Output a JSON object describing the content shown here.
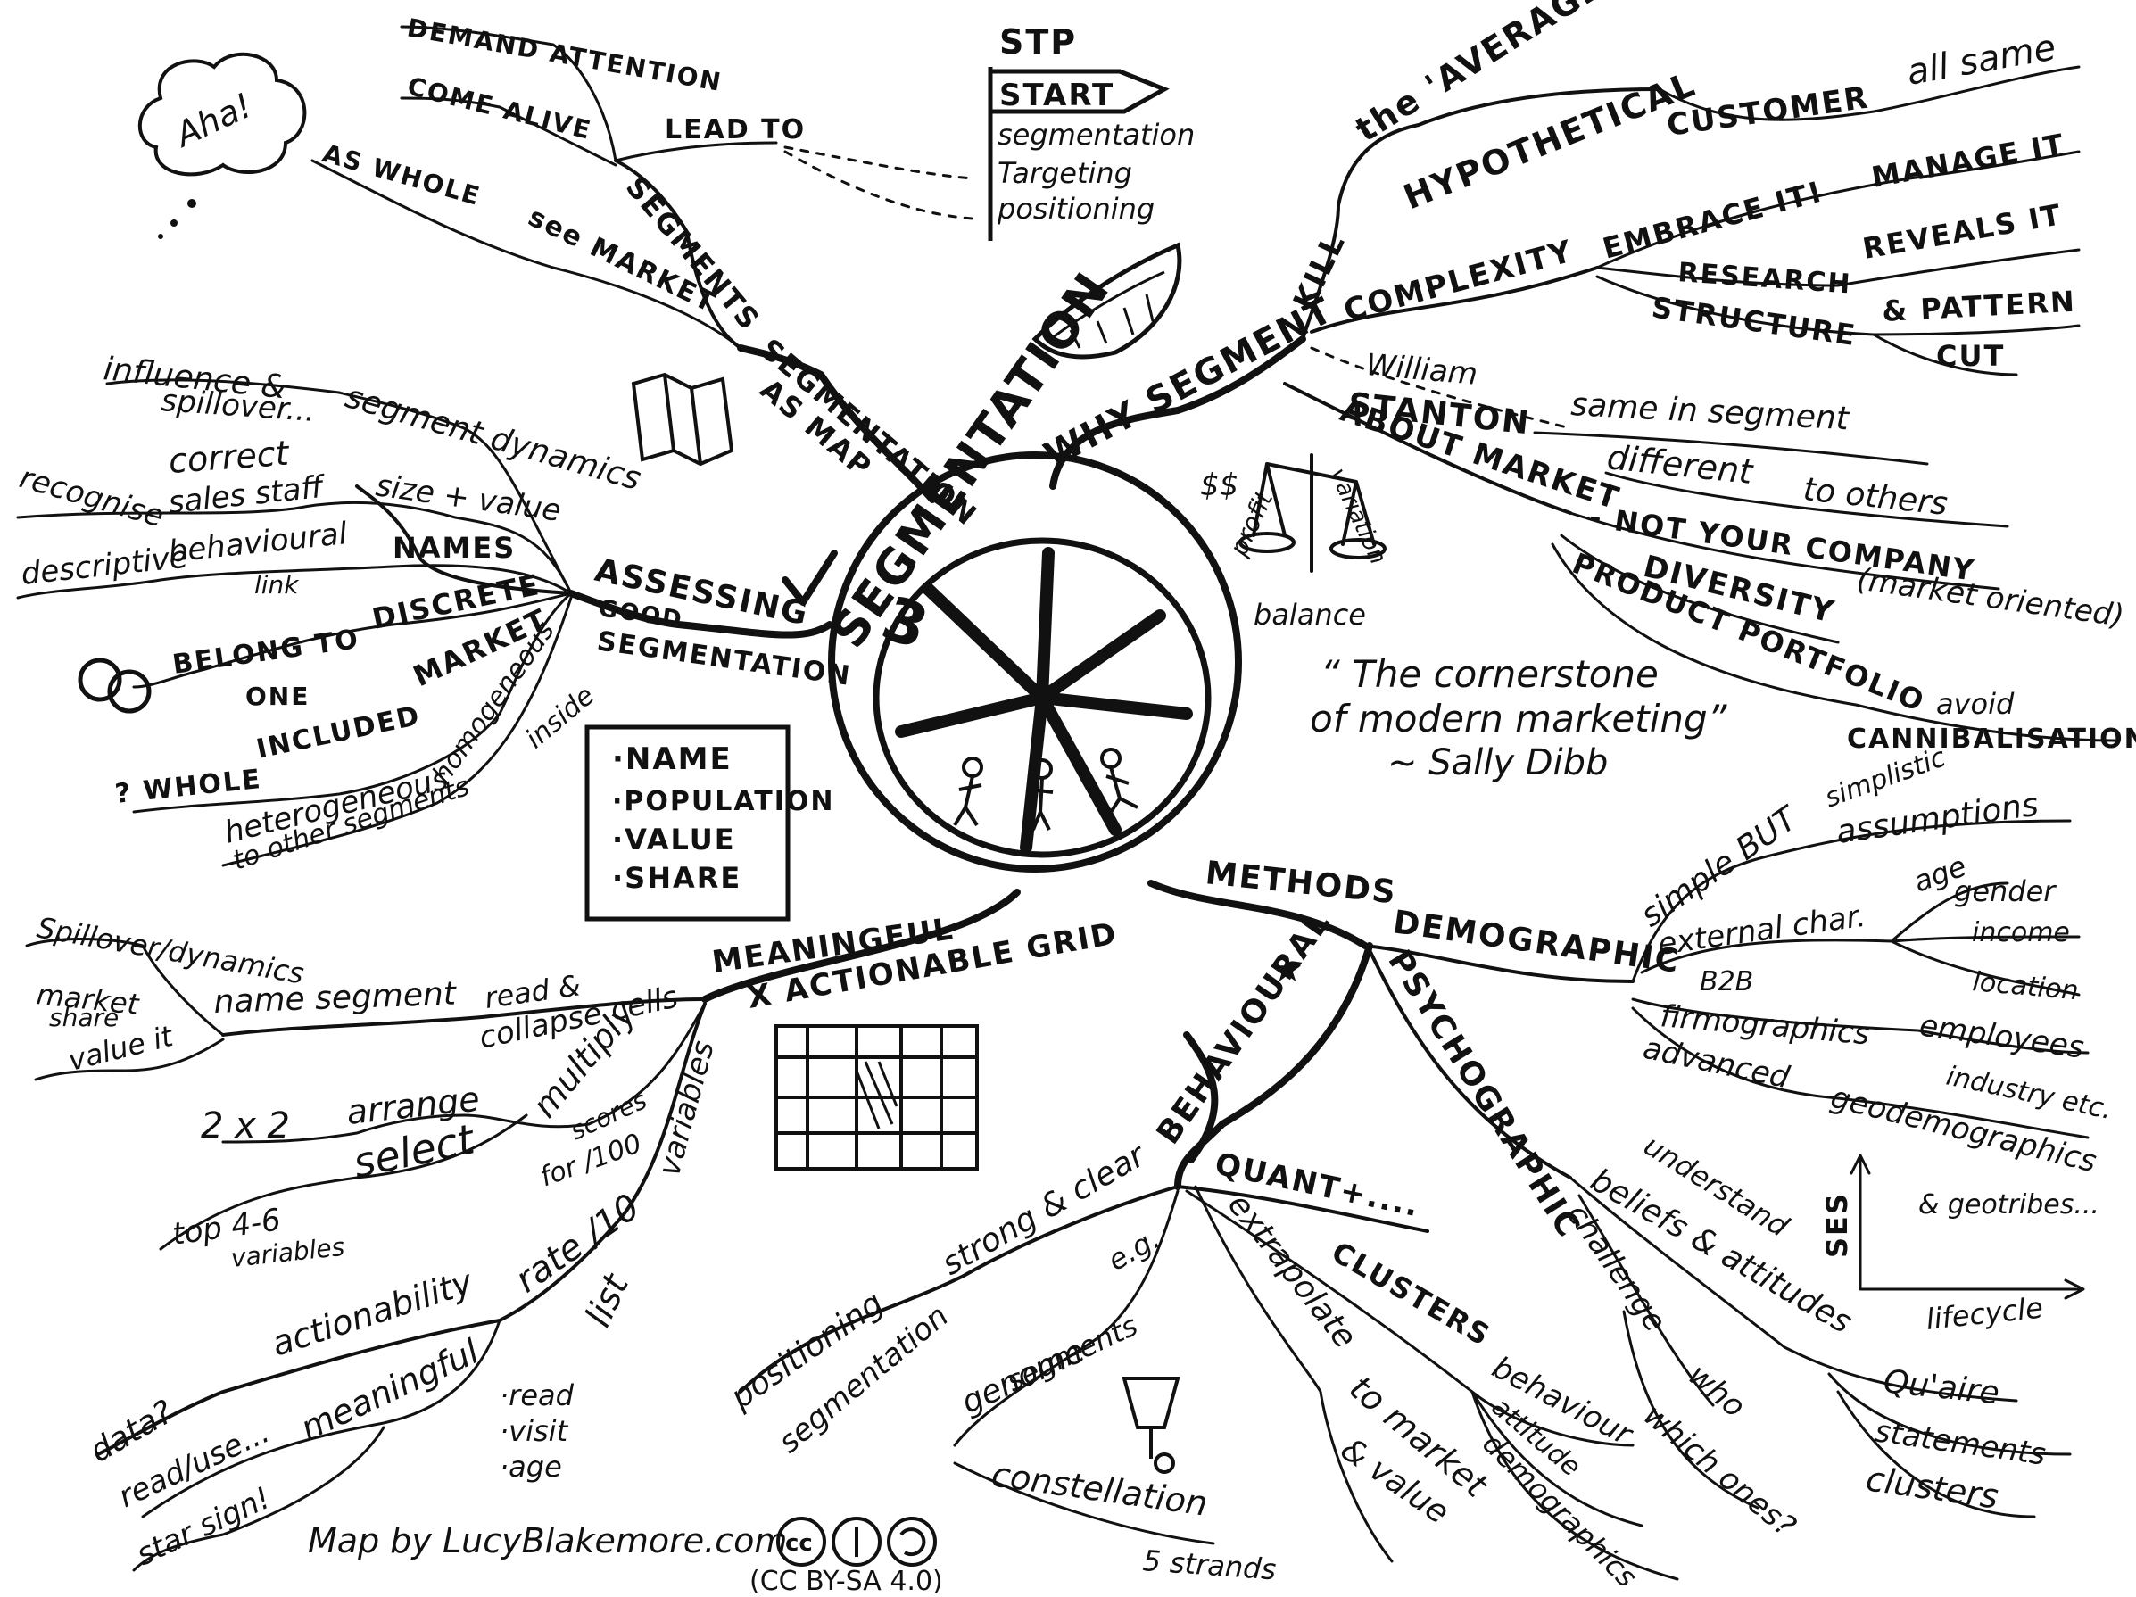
{
  "center": {
    "title": "SEGMENTATION",
    "number": "3"
  },
  "branches": {
    "why": {
      "label": "WHY SEGMENT",
      "kill": "KILL",
      "hypothetical": "HYPOTHETICAL",
      "average": "the 'AVERAGE'",
      "customer": "CUSTOMER",
      "all_same": "all same",
      "complexity": "COMPLEXITY",
      "embrace": "EMBRACE IT!",
      "manage": "MANAGE IT",
      "research": "RESEARCH",
      "reveals": "REVEALS IT",
      "structure": "STRUCTURE",
      "pattern": "& PATTERN",
      "cut": "CUT",
      "william": "William",
      "stanton": "STANTON",
      "same_in": "same in segment",
      "different": "different",
      "to_others": "to others",
      "about_market": "ABOUT MARKET",
      "not_company": "- NOT YOUR COMPANY",
      "market_oriented": "(market oriented)",
      "diversity": "DIVERSITY",
      "portfolio": "PRODUCT PORTFOLIO",
      "avoid": "avoid",
      "cannibalisation": "CANNIBALISATION"
    },
    "balance": {
      "money": "$$",
      "profit": "profit",
      "variation": "variation",
      "balance": "balance"
    },
    "quote": {
      "line1": "“ The cornerstone",
      "line2": "of modern marketing”",
      "author": "~ Sally Dibb"
    },
    "methods": {
      "label": "METHODS",
      "demographic": "DEMOGRAPHIC",
      "simple_but": "simple BUT",
      "simplistic": "simplistic",
      "assumptions": "assumptions",
      "external": "external char.",
      "age": "age",
      "gender": "gender",
      "income": "income",
      "location": "location",
      "b2b": "B2B",
      "firmographics": "firmographics",
      "employees": "employees",
      "industry": "industry etc.",
      "advanced": "advanced",
      "geodemographics": "geodemographics",
      "geotribes": "& geotribes...",
      "ses": "SES",
      "lifecycle": "lifecycle",
      "psychographic": "PSYCHOGRAPHIC",
      "understand": "understand",
      "beliefs": "beliefs & attitudes",
      "challenge": "challenge",
      "who": "who",
      "which_ones": "which ones?",
      "quaire": "Qu'aire",
      "statements": "statements",
      "clusters": "clusters"
    },
    "behavioural": {
      "label": "BEHAVIOURAL",
      "quant": "QUANT+....",
      "clusters": "CLUSTERS",
      "behaviour": "behaviour",
      "attitude": "attitude",
      "demographics": "demographics",
      "extrapolate": "extrapolate",
      "to_market": "to market",
      "value": "& value",
      "strong_clear": "strong & clear",
      "positioning": "positioning",
      "segmentation": "segmentation",
      "eg": "e.g.",
      "genome": "genome",
      "segments": "segments",
      "constellation": "constellation",
      "five_strands": "5 strands"
    },
    "grid": {
      "meaningful": "MEANINGFUL",
      "actionable": "X ACTIONABLE GRID",
      "spillover": "Spillover/dynamics",
      "market_share": "market",
      "share": "share",
      "value_it": "value it",
      "name_segment": "name segment",
      "read_collapse": "read &",
      "collapse": "collapse cells",
      "multiply": "multiply",
      "scores": "scores",
      "for100": "for /100",
      "variables": "variables",
      "two_by_two": "2 x 2",
      "arrange": "arrange",
      "select": "select",
      "top_vars": "top 4-6",
      "variables2": "variables",
      "rate": "rate /10",
      "list": "list",
      "actionability": "actionability",
      "meaningful2": "meaningful",
      "data": "data?",
      "read_use": "read/use...",
      "star_sign": "star sign!",
      "read": "·read",
      "visit": "·visit",
      "age": "·age"
    },
    "assessing": {
      "label": "ASSESSING",
      "good": "GOOD",
      "segmentation": "SEGMENTATION",
      "influence": "influence &",
      "spillover": "spillover...",
      "dynamics": "segment dynamics",
      "correct": "correct",
      "sales_staff": "sales staff",
      "recognise": "recognise",
      "size_value": "size + value",
      "names": "NAMES",
      "descriptive": "descriptive",
      "behavioural": "behavioural",
      "link": "link",
      "discrete": "DISCRETE",
      "belong": "BELONG TO",
      "one": "ONE",
      "market": "MARKET",
      "homogeneous": "homogeneous",
      "inside": "inside",
      "whole": "? WHOLE",
      "included": "INCLUDED",
      "heterogeneous": "heterogeneous",
      "to_other": "to other segments"
    },
    "map": {
      "label": "SEGMENTATION",
      "as_map": "AS MAP",
      "segments": "SEGMENTS",
      "lead_to": "LEAD TO",
      "demand": "DEMAND ATTENTION",
      "come_alive": "COME ALIVE",
      "as_whole": "AS WHOLE",
      "see_market": "see MARKET",
      "aha": "Aha!"
    },
    "stp": {
      "title": "STP",
      "start": "START",
      "s": "segmentation",
      "t": "Targeting",
      "p": "positioning"
    },
    "box": {
      "items": [
        "·NAME",
        "·POPULATION",
        "·VALUE",
        "·SHARE"
      ]
    }
  },
  "credit": {
    "by": "Map by LucyBlakemore.com",
    "cc": "cc",
    "license": "(CC BY-SA 4.0)"
  }
}
